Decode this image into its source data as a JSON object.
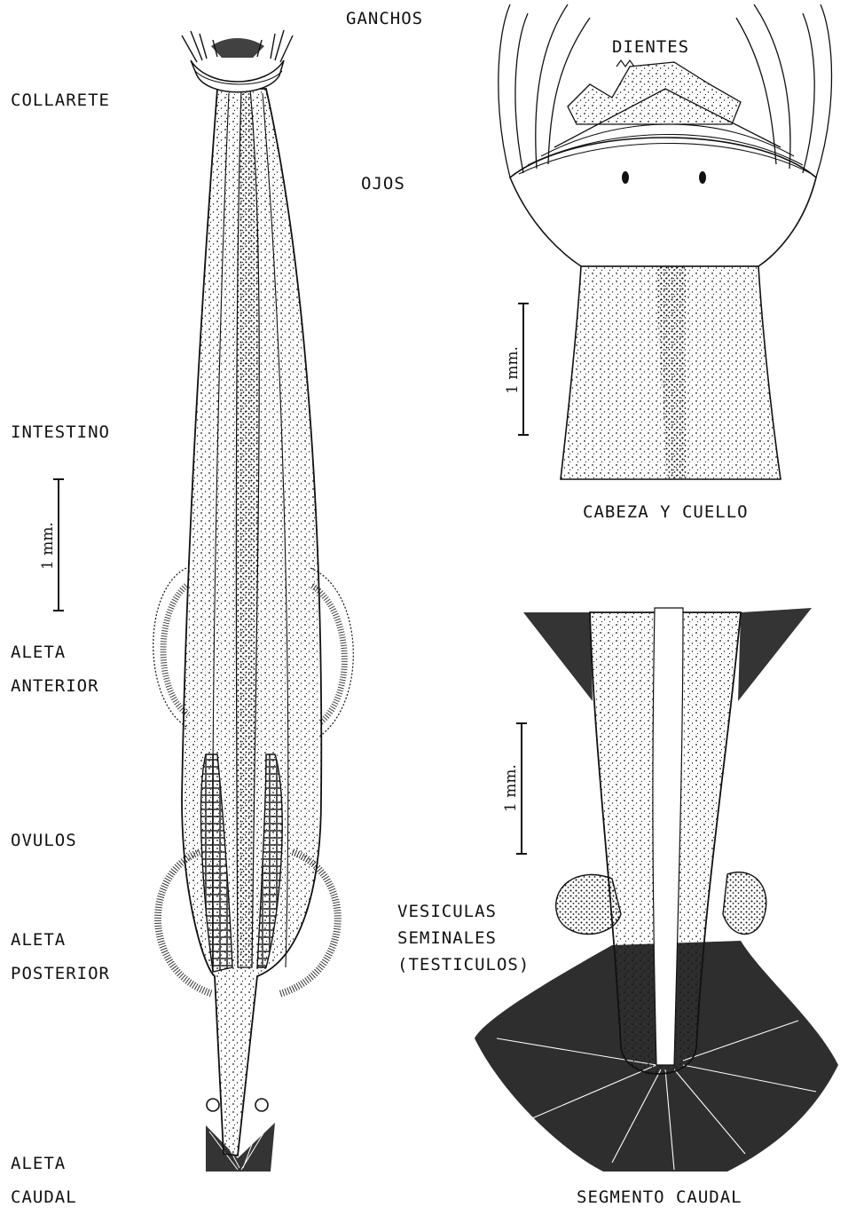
{
  "labels": {
    "ganchos": "GANCHOS",
    "collarete": "COLLARETE",
    "dientes": "DIENTES",
    "ojos": "OJOS",
    "intestino": "INTESTINO",
    "aleta_anterior": [
      "ALETA",
      "ANTERIOR"
    ],
    "ovulos": "OVULOS",
    "aleta_posterior": [
      "ALETA",
      "POSTERIOR"
    ],
    "aleta_caudal": [
      "ALETA",
      "CAUDAL"
    ],
    "vesiculas": [
      "VESICULAS",
      "SEMINALES",
      "(TESTICULOS)"
    ]
  },
  "captions": {
    "head": "CABEZA Y CUELLO",
    "tail": "SEGMENTO CAUDAL"
  },
  "scale_bars": {
    "full_body": "1 mm.",
    "head": "1 mm.",
    "tail": "1 mm."
  },
  "colors": {
    "ink": "#111111",
    "paper": "#ffffff"
  }
}
